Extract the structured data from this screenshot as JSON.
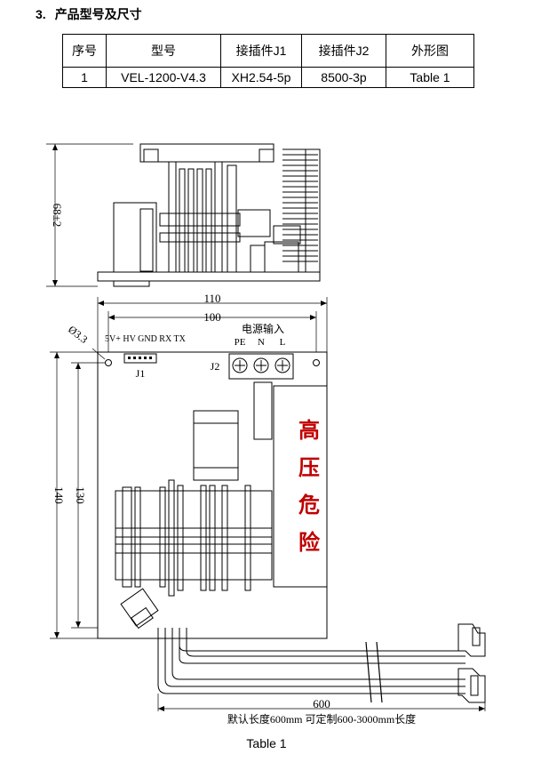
{
  "heading": {
    "number": "3.",
    "title": "产品型号及尺寸"
  },
  "table": {
    "headers": [
      "序号",
      "型号",
      "接插件J1",
      "接插件J2",
      "外形图"
    ],
    "rows": [
      [
        "1",
        "VEL-1200-V4.3",
        "XH2.54-5p",
        "8500-3p",
        "Table 1"
      ]
    ]
  },
  "drawing": {
    "height_dim": "68±2",
    "width_110": "110",
    "width_100": "100",
    "hole_dia": "Ø3.3",
    "pins_j1": "5V+ HV GND RX TX",
    "j1_label": "J1",
    "j2_label": "J2",
    "power_input": "电源输入",
    "terminals": [
      "PE",
      "N",
      "L"
    ],
    "warning": [
      "高",
      "压",
      "危",
      "险"
    ],
    "dim_140": "140",
    "dim_130": "130",
    "cable_len": "600",
    "cable_note": "默认长度600mm 可定制600-3000mm长度",
    "warning_color": "#c00000"
  },
  "caption": "Table 1"
}
